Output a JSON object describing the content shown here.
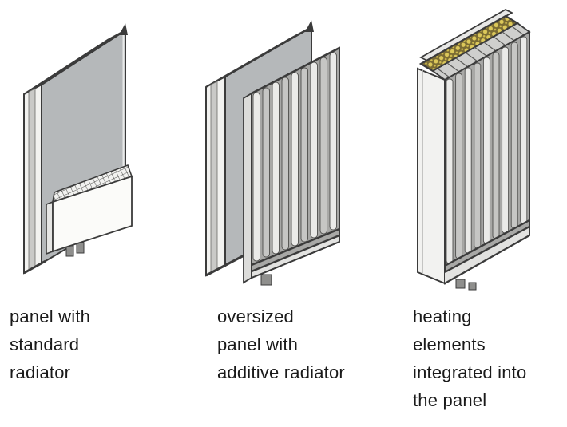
{
  "page": {
    "background": "#ffffff",
    "description_icons": [
      "panel-with-box-radiator-diagram",
      "panel-with-finned-radiator-diagram",
      "panel-with-integrated-fins-diagram"
    ]
  },
  "figures": [
    {
      "name": "panel-with-standard-radiator",
      "illustration_icon": "isometric-panel-standard-radiator-icon",
      "caption_lines": [
        "panel with",
        "standard",
        "radiator"
      ]
    },
    {
      "name": "oversized-panel-with-additive-radiator",
      "illustration_icon": "isometric-panel-additive-radiator-icon",
      "caption_lines": [
        "oversized",
        "panel with",
        "additive radiator"
      ]
    },
    {
      "name": "heating-elements-integrated-into-panel",
      "illustration_icon": "isometric-panel-integrated-heating-icon",
      "caption_lines": [
        "heating",
        "elements",
        "integrated into",
        "the panel"
      ]
    }
  ],
  "colors": {
    "panel_gray": "#b5b8ba",
    "panel_side_white": "#f2f2f0",
    "insulation_yellow": "#dcc85a",
    "insulation_lattice_dark": "#7a6b33",
    "radiator_white": "#fbfbf9",
    "fin_light": "#eaeae8",
    "fin_mid": "#c6c6c4",
    "outline_dark": "#3b3b3b",
    "text_black": "#1a1a1a"
  }
}
